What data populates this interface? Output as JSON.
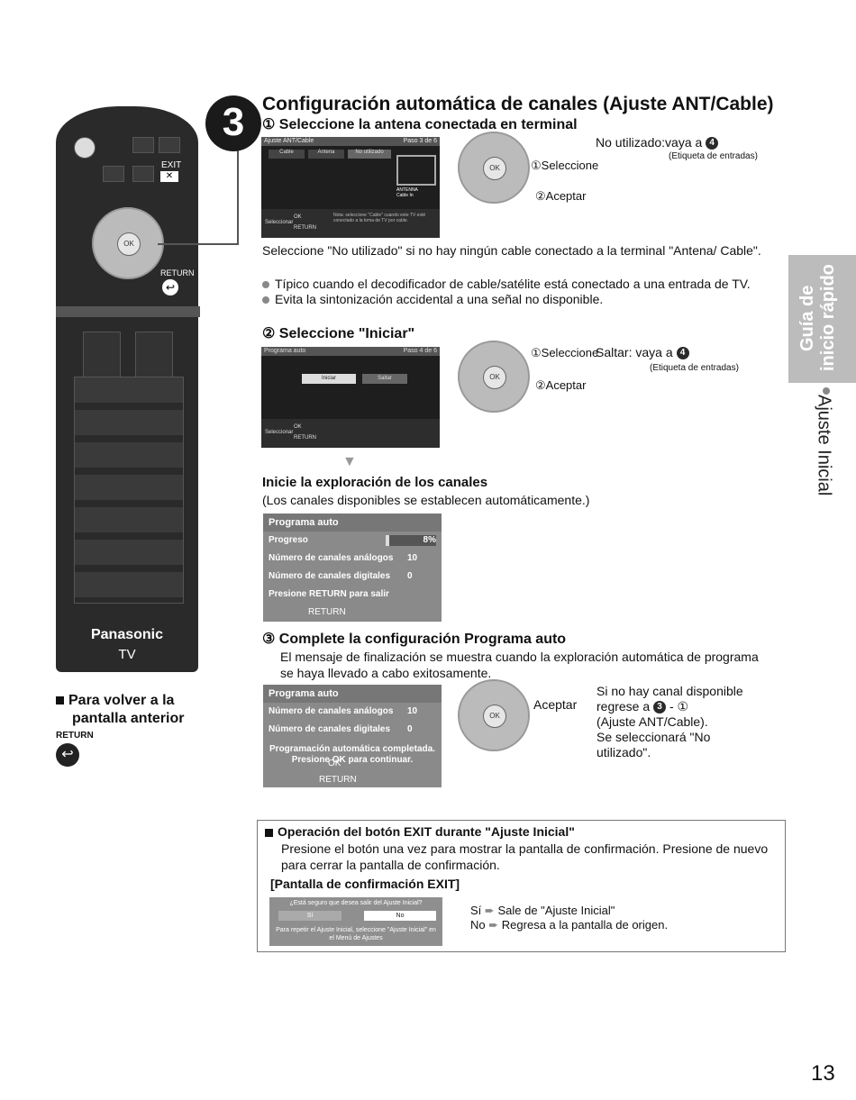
{
  "page_number": "13",
  "side_tab": {
    "title": "Guía de inicio rápido",
    "subtitle": "Ajuste Inicial"
  },
  "remote": {
    "brand": "Panasonic",
    "model": "TV",
    "exit_label": "EXIT",
    "return_label": "RETURN",
    "ok_label": "OK"
  },
  "step_number": "3",
  "heading": "Configuración automática de canales (Ajuste ANT/Cable)",
  "sub1": {
    "title": "① Seleccione la antena conectada en terminal",
    "not_used": "No utilizado:vaya a",
    "step_ref": "4",
    "tag": "(Etiqueta de entradas)",
    "select": "①Seleccione",
    "accept": "②Aceptar",
    "screen": {
      "title": "Ajuste ANT/Cable",
      "step": "Paso 3 de 6",
      "col1": "Cable",
      "col2": "Antena",
      "col3": "No utilizado",
      "return": "RETURN",
      "ok": "OK",
      "help": "Seleccionar",
      "note": "Nota: seleccione \"Cable\" cuando este TV esté conectado a la toma de TV por cable.",
      "antenna_label": "ANTENNA Cable In"
    },
    "para": "Seleccione \"No utilizado\" si no hay ningún cable conectado a la terminal \"Antena/ Cable\".",
    "bullet1": "Típico cuando el decodificador de cable/satélite está conectado a una entrada de TV.",
    "bullet2": "Evita la sintonización accidental a una señal no disponible."
  },
  "sub2": {
    "title": "② Seleccione \"Iniciar\"",
    "skip": "Saltar: vaya a",
    "step_ref": "4",
    "tag": "(Etiqueta de entradas)",
    "select": "①Seleccione",
    "accept": "②Aceptar",
    "screen": {
      "title": "Programa auto",
      "step": "Paso 4 de 6",
      "btn_start": "Iniciar",
      "btn_skip": "Saltar",
      "return": "RETURN",
      "ok": "OK",
      "help": "Seleccionar"
    }
  },
  "scan": {
    "title": "Inicie la exploración de los canales",
    "subtitle": "(Los canales disponibles se establecen automáticamente.)",
    "osd": {
      "title": "Programa auto",
      "progress_label": "Progreso",
      "progress_value": "8%",
      "progress_fraction": 0.08,
      "analog_label": "Número de canales análogos",
      "analog_value": "10",
      "digital_label": "Número de canales digitales",
      "digital_value": "0",
      "exit_msg": "Presione RETURN para salir",
      "return": "RETURN"
    }
  },
  "sub3": {
    "title": "③ Complete la configuración Programa auto",
    "body": "El mensaje de finalización se muestra cuando la exploración automática de programa se haya llevado a cabo exitosamente.",
    "accept": "Aceptar",
    "no_channel_1": "Si no hay canal disponible",
    "no_channel_2": "regrese a",
    "no_channel_ref": "3",
    "no_channel_3": "- ①",
    "no_channel_4": "(Ajuste ANT/Cable).",
    "no_channel_5": "Se seleccionará \"No",
    "no_channel_6": "utilizado\".",
    "osd": {
      "title": "Programa auto",
      "analog_label": "Número de canales análogos",
      "analog_value": "10",
      "digital_label": "Número de canales digitales",
      "digital_value": "0",
      "done_1": "Programación automática completada.",
      "done_2": "Presione OK para continuar.",
      "ok": "OK",
      "return": "RETURN"
    }
  },
  "back": {
    "line1": "Para volver a la",
    "line2": "pantalla anterior",
    "return": "RETURN"
  },
  "exit_box": {
    "title": "Operación del botón EXIT durante \"Ajuste Inicial\"",
    "body": "Presione el botón una vez para mostrar la pantalla de confirmación. Presione de nuevo para cerrar la pantalla de confirmación.",
    "sub": "[Pantalla de confirmación EXIT]",
    "screen_q": "¿Está seguro que desea salir del Ajuste Inicial?",
    "screen_yes": "Sí",
    "screen_no": "No",
    "screen_note": "Para repetir el Ajuste Inicial, seleccione \"Ajuste Inicial\" en el Menú de Ajustes",
    "yes_label": "Sí",
    "yes_text": "Sale de \"Ajuste Inicial\"",
    "no_label": "No",
    "no_text": "Regresa a la pantalla de origen."
  }
}
